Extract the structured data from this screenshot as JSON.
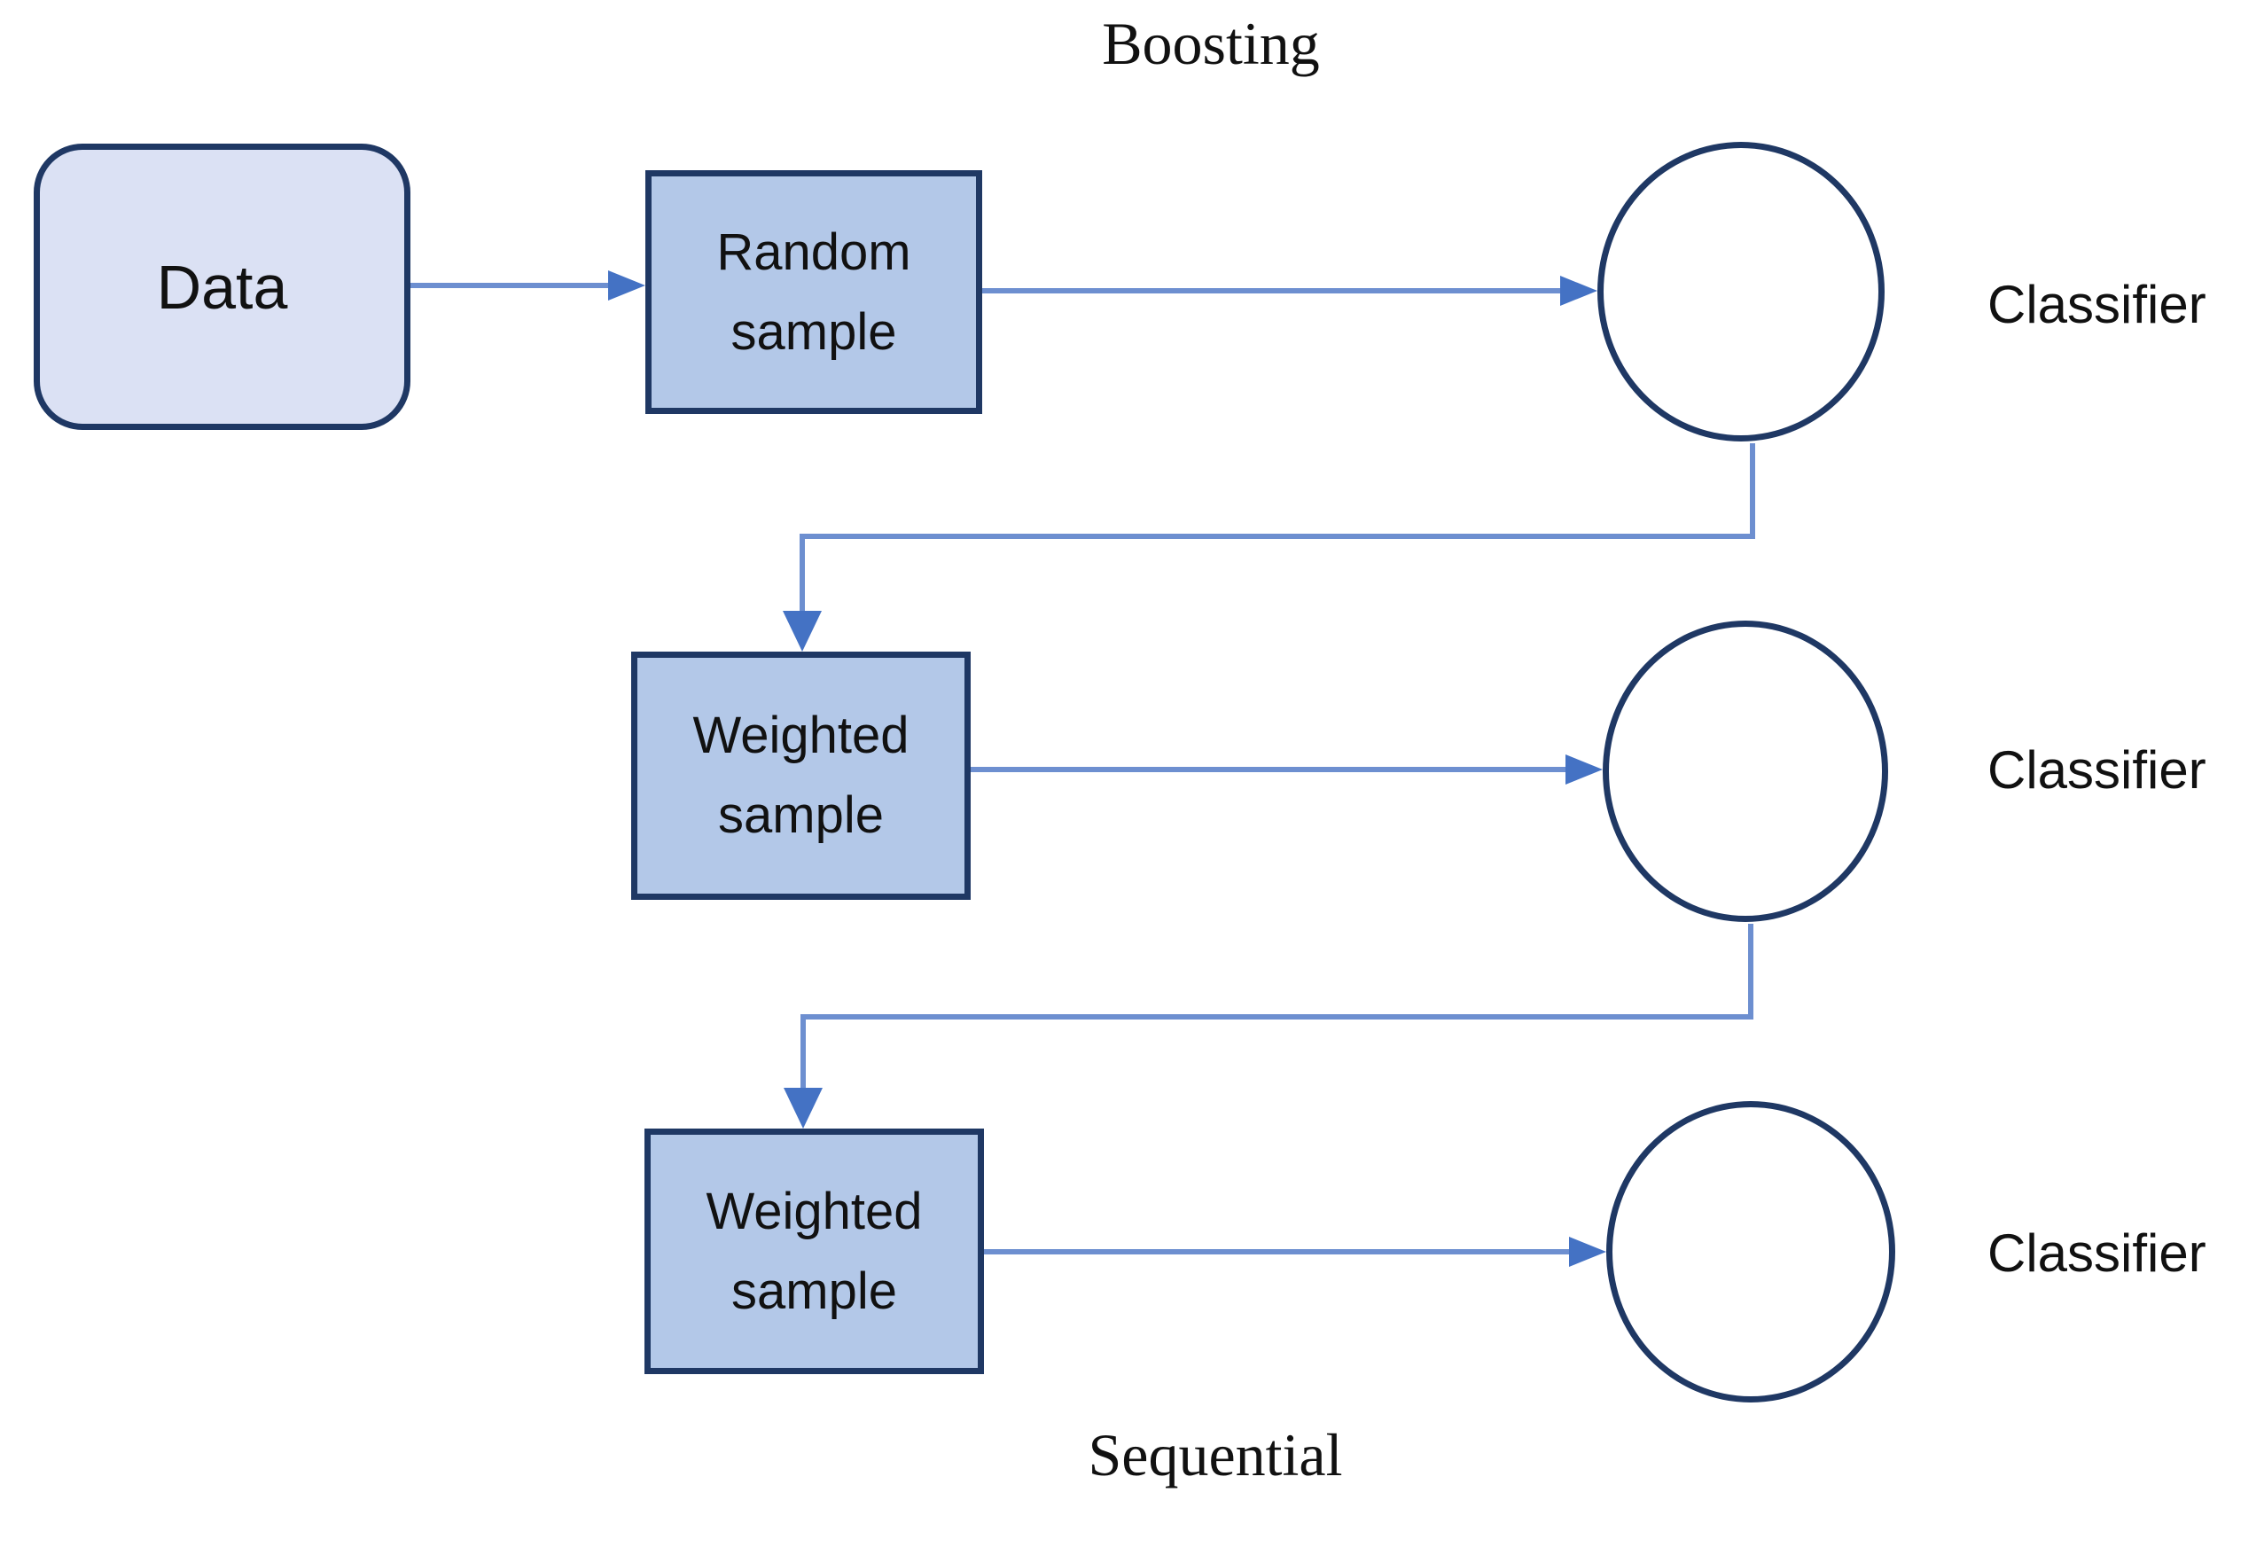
{
  "title": "Boosting",
  "footer": "Sequential",
  "colors": {
    "node_border": "#1f3864",
    "data_fill": "#dbe1f4",
    "sample_fill": "#b3c8e8",
    "connector": "#6d8fd0",
    "arrowhead": "#4472c4",
    "text": "#111111"
  },
  "nodes": {
    "data": {
      "label": "Data"
    },
    "random_sample": {
      "label": "Random\nsample"
    },
    "weighted_sample_1": {
      "label": "Weighted\nsample"
    },
    "weighted_sample_2": {
      "label": "Weighted\nsample"
    },
    "classifier_1": {
      "label": "Classifier"
    },
    "classifier_2": {
      "label": "Classifier"
    },
    "classifier_3": {
      "label": "Classifier"
    }
  }
}
